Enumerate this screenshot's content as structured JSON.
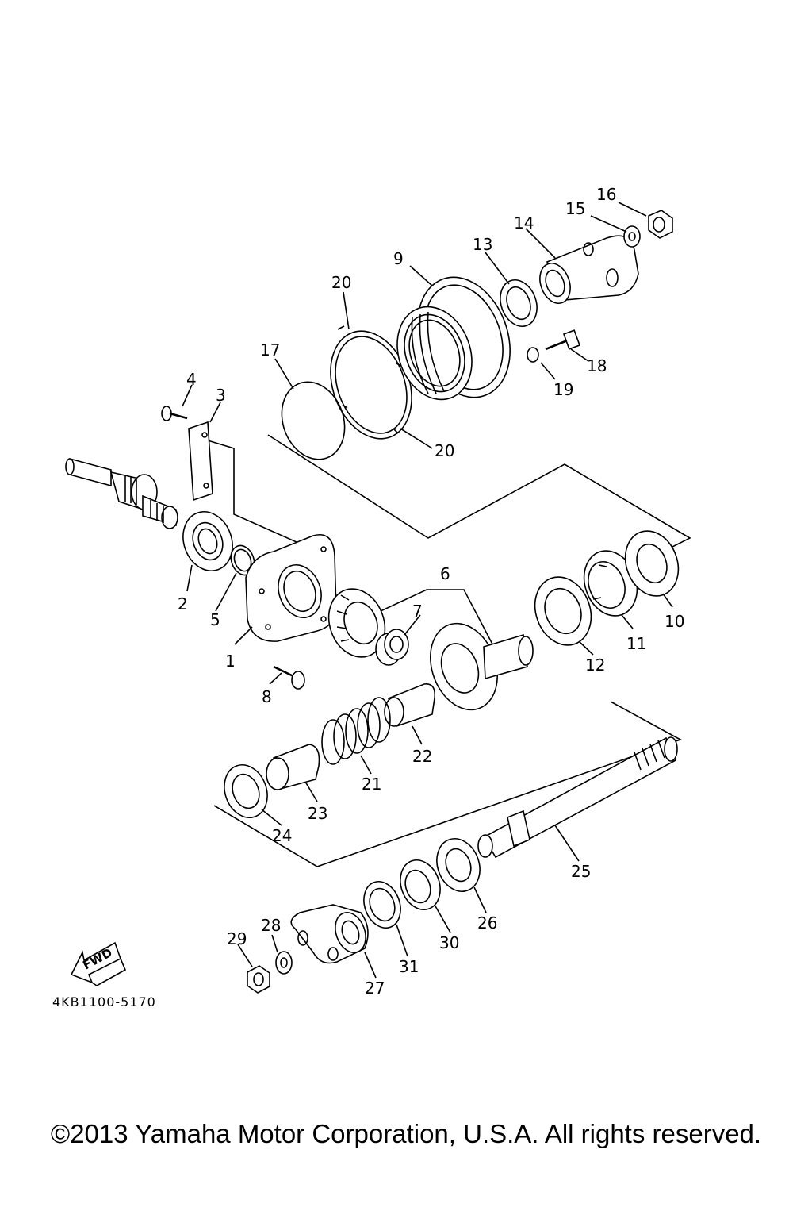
{
  "diagram": {
    "part_numbers": [
      "1",
      "2",
      "3",
      "4",
      "5",
      "6",
      "7",
      "8",
      "9",
      "10",
      "11",
      "12",
      "13",
      "14",
      "15",
      "16",
      "17",
      "18",
      "19",
      "20",
      "20",
      "21",
      "22",
      "23",
      "24",
      "25",
      "26",
      "27",
      "28",
      "29",
      "30",
      "31"
    ],
    "fwd_label": "FWD",
    "diagram_code": "4KB1100-5170"
  },
  "footer": {
    "copyright": "©2013 Yamaha Motor Corporation, U.S.A. All rights reserved."
  }
}
